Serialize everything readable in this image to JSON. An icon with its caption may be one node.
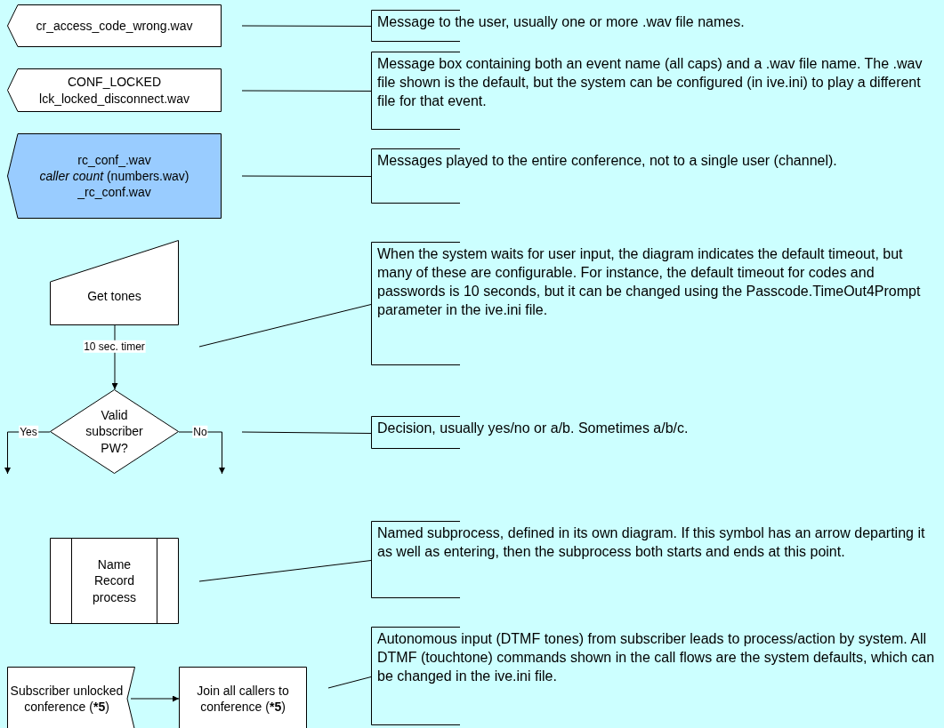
{
  "diagram": {
    "nodes": [
      {
        "text": [
          "cr_access_code_wrong.wav"
        ]
      },
      {
        "text": [
          "CONF_LOCKED",
          "lck_locked_disconnect.wav"
        ]
      },
      {
        "text": [
          "rc_conf_.wav",
          "*caller count* (numbers.wav)",
          "_rc_conf.wav"
        ]
      },
      {
        "text": [
          "Get tones"
        ]
      },
      {
        "text": [
          "Valid subscriber PW?"
        ]
      },
      {
        "text": [
          "Name Record process"
        ]
      },
      {
        "text": [
          "Subscriber unlocked conference (***5**)"
        ]
      },
      {
        "text": [
          "Join all callers to conference (***5**)"
        ]
      },
      {
        "text": [
          "Message to the user, usually one or more .wav file names."
        ]
      },
      {
        "text": [
          "Message box containing both an event name (all caps) and a .wav file name. The .wav file shown is the default, but the system can be configured (in ive.ini) to play a different file for that event."
        ]
      },
      {
        "text": [
          "Messages played to the entire conference, not to a single user (channel)."
        ]
      },
      {
        "text": [
          "When the system waits for user input, the diagram indicates the default timeout, but many of these are configurable. For instance, the default timeout for codes and passwords is 10 seconds, but it can be changed using the Passcode.TimeOut4Prompt parameter in the ive.ini file."
        ]
      },
      {
        "text": [
          "Decision, usually yes/no or a/b. Sometimes a/b/c."
        ]
      },
      {
        "text": [
          "Named subprocess, defined in its own diagram. If this symbol has an arrow departing it as well as entering, then the subprocess both starts and ends at this point."
        ]
      },
      {
        "text": [
          "Autonomous input (DTMF tones) from subscriber leads to process/action by system. All DTMF (touchtone) commands shown in the call flows are the system defaults, which can be changed in the ive.ini file."
        ]
      }
    ],
    "edges": [
      {
        "from": 3,
        "to": 4,
        "arrow": "to",
        "label": "10 sec. timer"
      },
      {
        "from": 4,
        "to": null,
        "arrow": "to",
        "label": "Yes"
      },
      {
        "from": 4,
        "to": null,
        "arrow": "to",
        "label": "No"
      },
      {
        "from": 6,
        "to": 7,
        "arrow": "to"
      },
      {
        "from": 8,
        "to": null,
        "arrow": "none"
      },
      {
        "from": 9,
        "to": null,
        "arrow": "none"
      },
      {
        "from": 10,
        "to": null,
        "arrow": "none"
      },
      {
        "from": 11,
        "to": null,
        "arrow": "none"
      },
      {
        "from": 12,
        "to": null,
        "arrow": "none"
      },
      {
        "from": 13,
        "to": null,
        "arrow": "none"
      },
      {
        "from": 14,
        "to": null,
        "arrow": "none"
      }
    ]
  }
}
